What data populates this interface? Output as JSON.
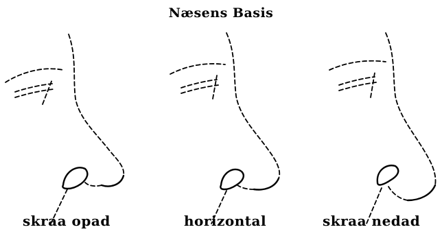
{
  "figure": {
    "title": "Næsens Basis",
    "panels": [
      {
        "caption": "skraa opad"
      },
      {
        "caption": "horizontal"
      },
      {
        "caption": "skraa nedad"
      }
    ]
  },
  "colors": {
    "ink": "#000000",
    "paper": "#ffffff"
  }
}
